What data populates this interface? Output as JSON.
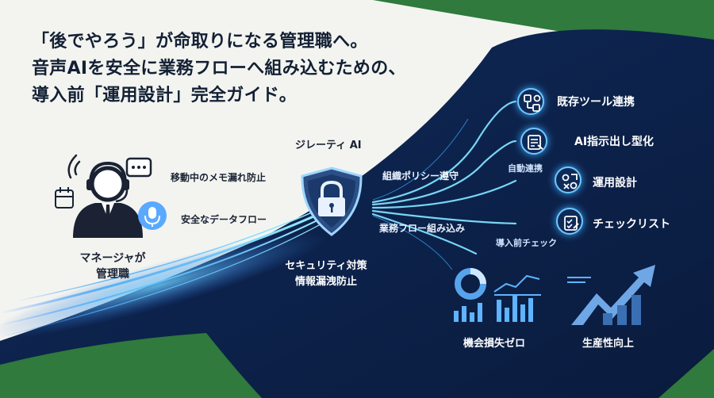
{
  "headline": {
    "line1": "「後でやろう」が命取りになる管理職へ。",
    "line2": "音声AIを安全に業務フローへ組み込むための、",
    "line3": "導入前「運用設計」完全ガイド。"
  },
  "manager": {
    "label_line1": "マネージャが",
    "label_line2": "管理職"
  },
  "flow_labels": {
    "memo_leak": "移動中のメモ漏れ防止",
    "safe_flow": "安全なデータフロー",
    "brand": "ジレーティ AI",
    "policy": "組織ポリシー遵守",
    "workflow": "業務フロー組み込み"
  },
  "shield": {
    "label_line1": "セキュリティ対策",
    "label_line2": "情報漏洩防止"
  },
  "right_items": [
    {
      "label": "既存ツール連携",
      "sub": ""
    },
    {
      "label": "AI指示出し型化",
      "sub": "自動連携"
    },
    {
      "label": "運用設計",
      "sub": ""
    },
    {
      "label": "チェックリスト",
      "sub": "導入前チェック"
    }
  ],
  "bottom": {
    "loss_label": "機会損失ゼロ",
    "productivity_label": "生産性向上"
  }
}
